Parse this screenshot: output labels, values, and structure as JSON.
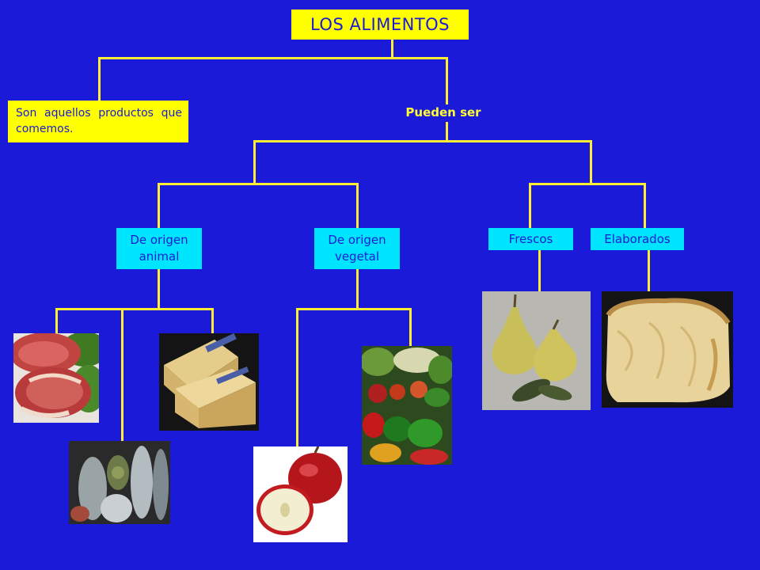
{
  "title": "LOS ALIMENTOS",
  "definition": "Son aquellos productos que comemos.",
  "pueden_ser": "Pueden ser",
  "categories": {
    "animal": [
      "De origen",
      "animal"
    ],
    "vegetal": [
      "De origen",
      "vegetal"
    ],
    "frescos": "Frescos",
    "elaborados": "Elaborados"
  },
  "images": [
    "meat-photo",
    "fish-photo",
    "cheese-photo",
    "apple-photo",
    "vegetables-photo",
    "pears-photo",
    "bread-photo"
  ],
  "colors": {
    "background": "#1a1ad8",
    "connector": "#ffee33",
    "title_box": "#ffff00",
    "category_box": "#00e5ff",
    "text": "#1a1ad8"
  }
}
